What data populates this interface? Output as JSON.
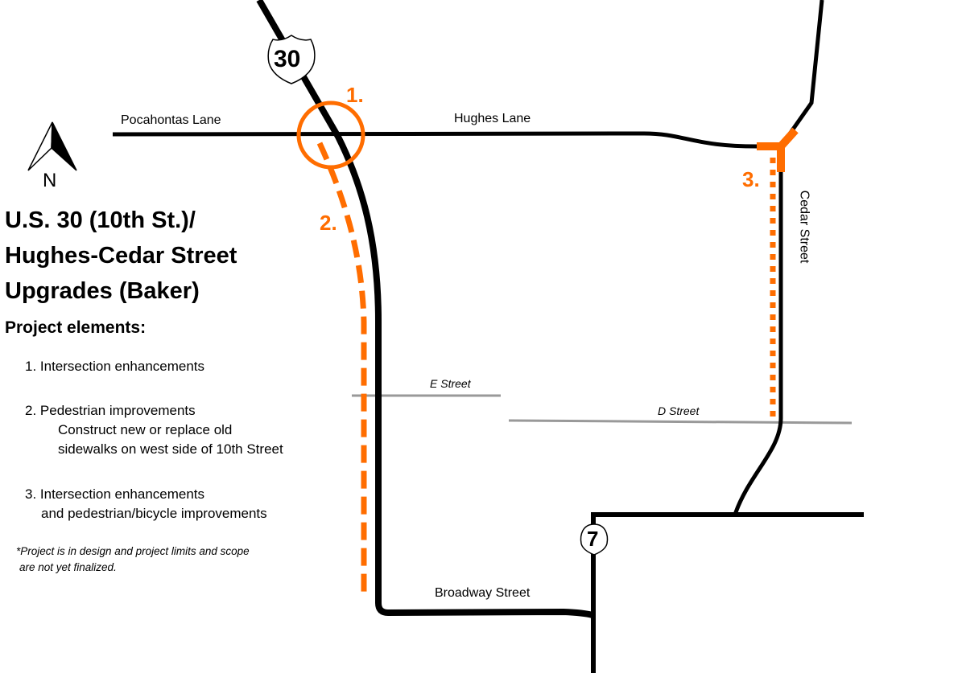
{
  "title": {
    "line1": "U.S. 30 (10th St.)/",
    "line2": "Hughes-Cedar Street",
    "line3": "Upgrades (Baker)"
  },
  "project_elements": {
    "heading": "Project elements:",
    "items": [
      {
        "line1": "1. Intersection enhancements"
      },
      {
        "line1": "2. Pedestrian improvements",
        "line2": "Construct new or replace old",
        "line3": "sidewalks on west side of 10th Street"
      },
      {
        "line1": "3. Intersection enhancements",
        "line2": "and pedestrian/bicycle improvements"
      }
    ],
    "note_line1": "*Project is in design and project limits and scope",
    "note_line2": "are not yet finalized."
  },
  "north_arrow": {
    "icon": "north-arrow-icon",
    "label": "N"
  },
  "streets": {
    "pocahontas": "Pocahontas Lane",
    "hughes": "Hughes Lane",
    "cedar": "Cedar Street",
    "e_street": "E Street",
    "d_street": "D Street",
    "broadway": "Broadway Street"
  },
  "shields": {
    "us30": "30",
    "or7": "7"
  },
  "markers": {
    "m1": "1.",
    "m2": "2.",
    "m3": "3."
  },
  "colors": {
    "project": "#ff6d00",
    "road": "#000000",
    "minor_road": "#999999"
  }
}
